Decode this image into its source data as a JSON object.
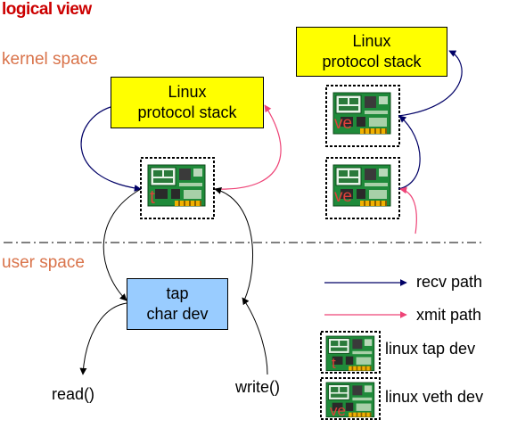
{
  "title": "logical view",
  "zones": {
    "kernel": "kernel space",
    "user": "user space"
  },
  "boxes": {
    "stack_tap": {
      "line1": "Linux",
      "line2": "protocol stack"
    },
    "stack_veth": {
      "line1": "Linux",
      "line2": "protocol stack"
    },
    "tap_char_dev": {
      "line1": "tap",
      "line2": "char dev"
    }
  },
  "device_badges": {
    "tap": "t",
    "veth": "ve"
  },
  "calls": {
    "read": "read()",
    "write": "write()"
  },
  "legend": {
    "recv": "recv path",
    "xmit": "xmit path",
    "tap_dev": "linux tap dev",
    "veth_dev": "linux veth dev"
  },
  "colors": {
    "recv_path": "#000066",
    "xmit_path": "#ee4477",
    "title": "#cc0000",
    "zone_label": "#d9734a",
    "stack_box": "#ffff00",
    "char_dev_box": "#99ccff",
    "nic_board": "#1f8a3a"
  },
  "icons": {
    "device": "network-card-icon"
  }
}
